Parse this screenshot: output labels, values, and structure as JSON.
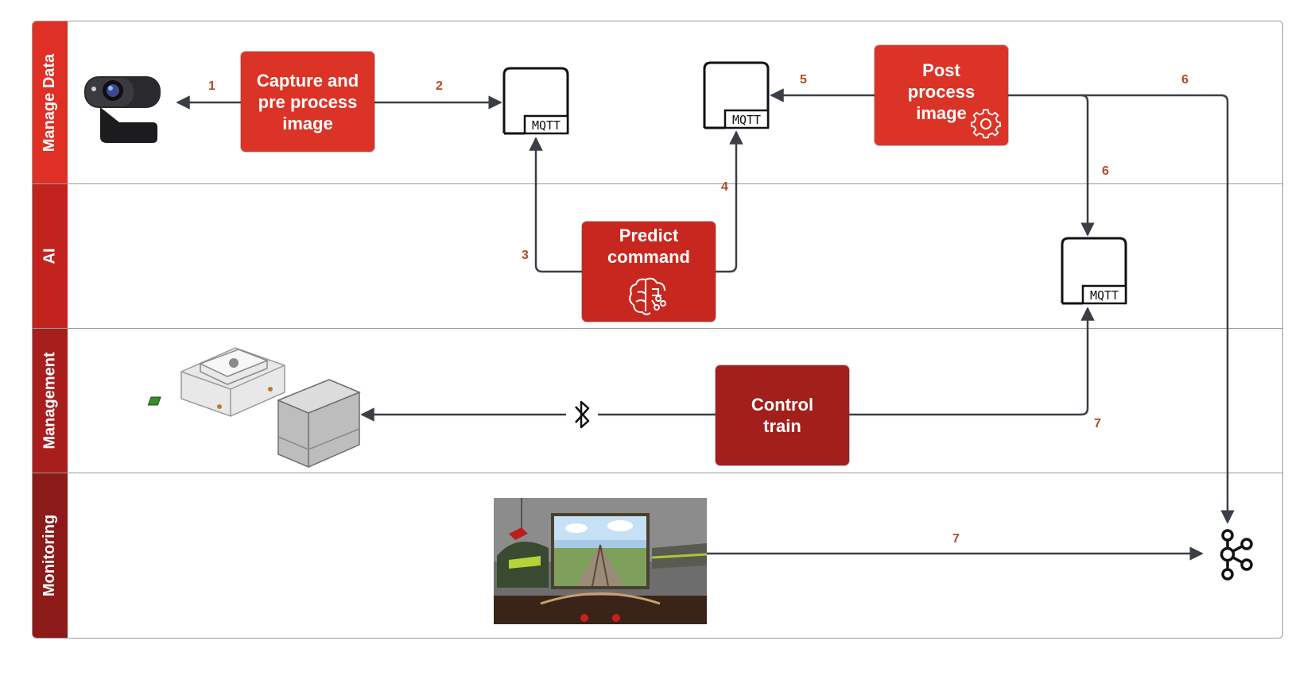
{
  "lanes": [
    {
      "label": "Manage Data",
      "color": "#e03025"
    },
    {
      "label": "AI",
      "color": "#c3231f"
    },
    {
      "label": "Management",
      "color": "#a81e1c"
    },
    {
      "label": "Monitoring",
      "color": "#8c1a19"
    }
  ],
  "boxes": {
    "capture": {
      "label": "Capture and pre process image",
      "color": "#dc3327"
    },
    "post": {
      "label": "Post process image",
      "color": "#dc3327"
    },
    "predict": {
      "label": "Predict command",
      "color": "#c8271f"
    },
    "control": {
      "label": "Control train",
      "color": "#a21f1c"
    }
  },
  "queues": {
    "mqtt1": {
      "label": "MQTT"
    },
    "mqtt2": {
      "label": "MQTT"
    },
    "mqtt3": {
      "label": "MQTT"
    }
  },
  "steps": {
    "s1": "1",
    "s2": "2",
    "s3": "3",
    "s4": "4",
    "s5": "5",
    "s6a": "6",
    "s6b": "6",
    "s7a": "7",
    "s7b": "7"
  },
  "icons": {
    "webcam": "webcam-icon",
    "bluetooth": "bluetooth-icon",
    "hub": "lego-hub-icon",
    "kafka": "kafka-icon",
    "gear": "gear-icon",
    "brain": "brain-icon",
    "dashboard": "train-dashboard-screenshot"
  },
  "colors": {
    "arrow": "#3a3f47",
    "step_number": "#b24a27",
    "lane_border": "#9a9a9a"
  }
}
